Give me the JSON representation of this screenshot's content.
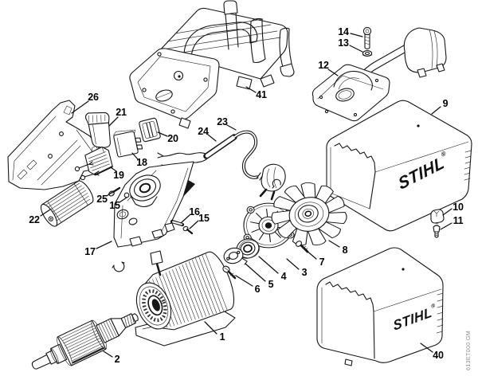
{
  "diagram": {
    "brand_name": "STIHL",
    "registered_mark": "®",
    "doc_code": "613ET000 GM"
  },
  "callouts": [
    {
      "part": "1",
      "label": "1"
    },
    {
      "part": "2",
      "label": "2"
    },
    {
      "part": "3",
      "label": "3"
    },
    {
      "part": "4",
      "label": "4"
    },
    {
      "part": "5",
      "label": "5"
    },
    {
      "part": "6",
      "label": "6"
    },
    {
      "part": "7",
      "label": "7"
    },
    {
      "part": "8",
      "label": "8"
    },
    {
      "part": "9",
      "label": "9"
    },
    {
      "part": "10",
      "label": "10"
    },
    {
      "part": "11",
      "label": "11"
    },
    {
      "part": "12",
      "label": "12"
    },
    {
      "part": "13",
      "label": "13"
    },
    {
      "part": "14",
      "label": "14"
    },
    {
      "part": "15",
      "label": "15"
    },
    {
      "part": "15",
      "label": "15"
    },
    {
      "part": "16",
      "label": "16"
    },
    {
      "part": "17",
      "label": "17"
    },
    {
      "part": "18",
      "label": "18"
    },
    {
      "part": "19",
      "label": "19"
    },
    {
      "part": "20",
      "label": "20"
    },
    {
      "part": "21",
      "label": "21"
    },
    {
      "part": "22",
      "label": "22"
    },
    {
      "part": "23",
      "label": "23"
    },
    {
      "part": "24",
      "label": "24"
    },
    {
      "part": "25",
      "label": "25"
    },
    {
      "part": "26",
      "label": "26"
    },
    {
      "part": "40",
      "label": "40"
    },
    {
      "part": "41",
      "label": "41"
    }
  ]
}
